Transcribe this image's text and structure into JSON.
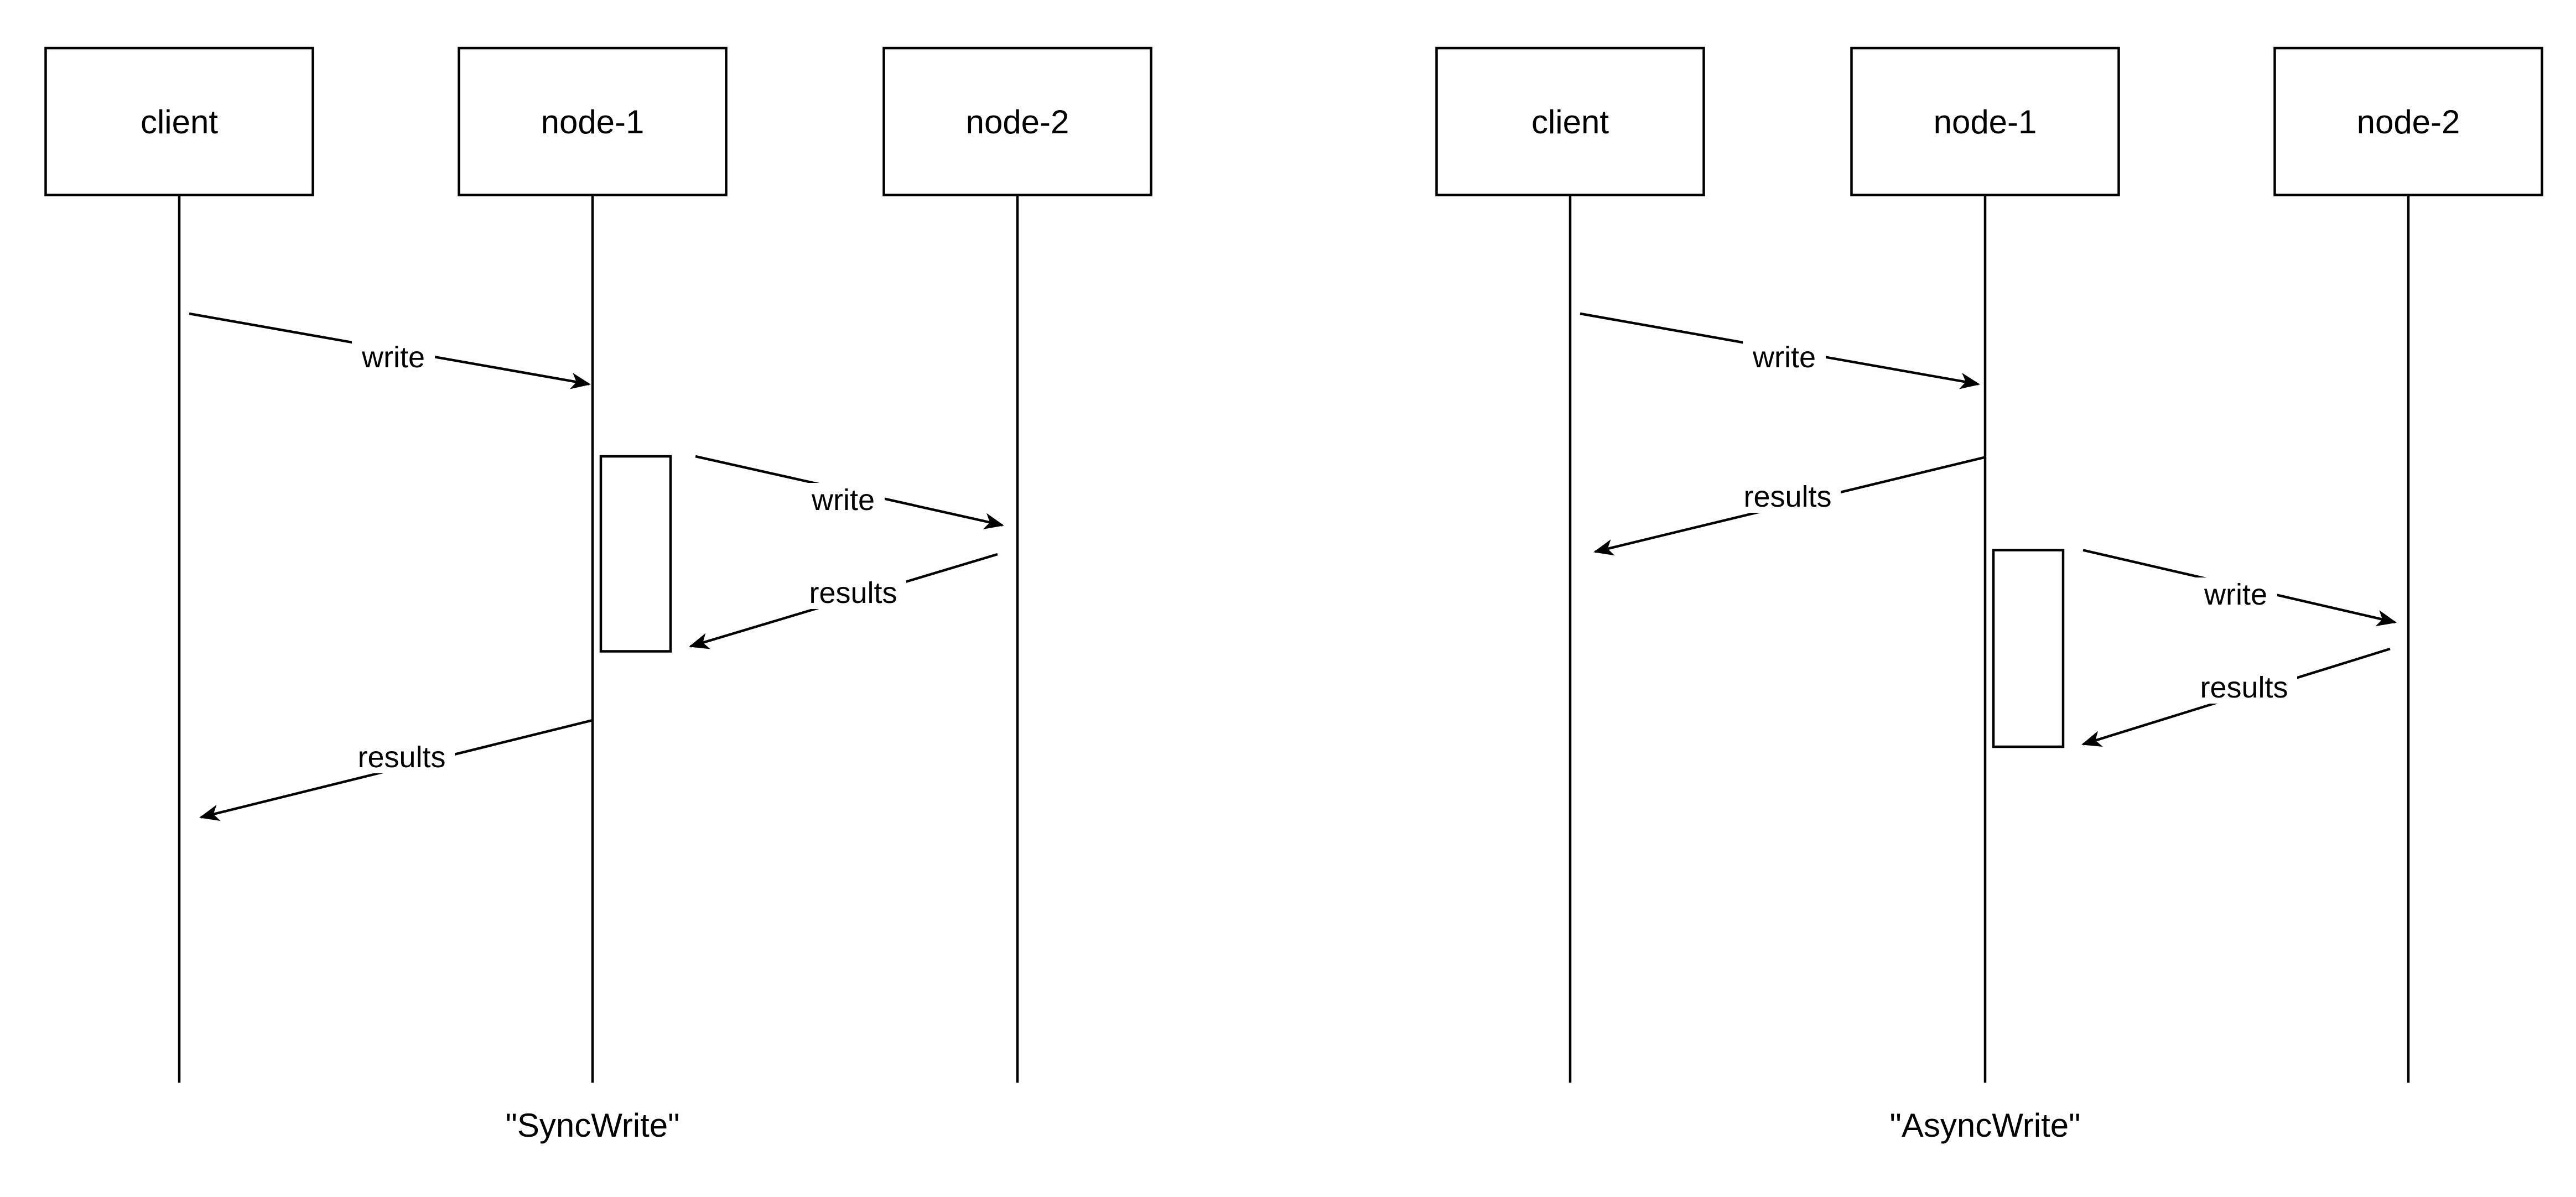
{
  "diagram": {
    "type": "sequence-diagram",
    "background_color": "#ffffff",
    "stroke_color": "#000000",
    "text_color": "#000000",
    "panels": [
      {
        "caption": "\"SyncWrite\"",
        "participants": [
          "client",
          "node-1",
          "node-2"
        ],
        "messages": [
          {
            "from": "client",
            "to": "node-1",
            "label": "write"
          },
          {
            "from": "node-1",
            "to": "node-2",
            "label": "write"
          },
          {
            "from": "node-2",
            "to": "node-1",
            "label": "results"
          },
          {
            "from": "node-1",
            "to": "client",
            "label": "results"
          }
        ]
      },
      {
        "caption": "\"AsyncWrite\"",
        "participants": [
          "client",
          "node-1",
          "node-2"
        ],
        "messages": [
          {
            "from": "client",
            "to": "node-1",
            "label": "write"
          },
          {
            "from": "node-1",
            "to": "client",
            "label": "results"
          },
          {
            "from": "node-1",
            "to": "node-2",
            "label": "write"
          },
          {
            "from": "node-2",
            "to": "node-1",
            "label": "results"
          }
        ]
      }
    ]
  }
}
